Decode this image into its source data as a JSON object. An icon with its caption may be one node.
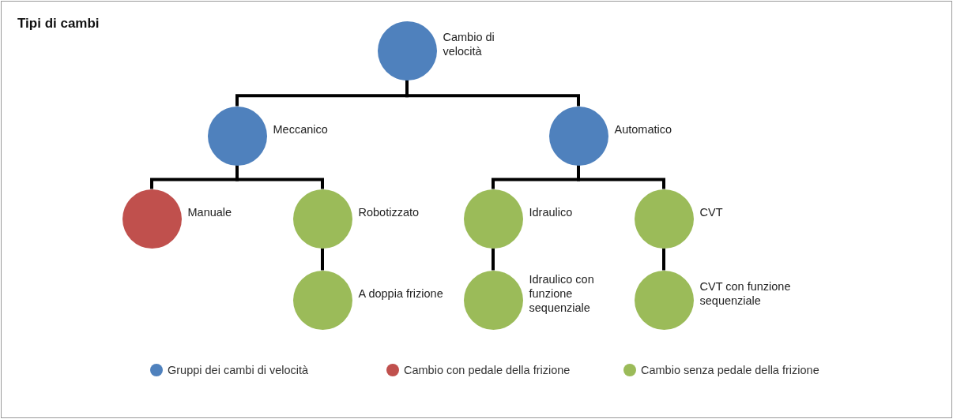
{
  "diagram": {
    "title": "Tipi di cambi",
    "nodes": [
      {
        "text": [
          "Cambio di velocità"
        ]
      },
      {
        "text": [
          "Meccanico"
        ]
      },
      {
        "text": [
          "Automatico"
        ]
      },
      {
        "text": [
          "Manuale"
        ]
      },
      {
        "text": [
          "Robotizzato"
        ]
      },
      {
        "text": [
          "Idraulico"
        ]
      },
      {
        "text": [
          "CVT"
        ]
      },
      {
        "text": [
          "A doppia frizione"
        ]
      },
      {
        "text": [
          "Idraulico con funzione sequenziale"
        ]
      },
      {
        "text": [
          "CVT con funzione sequenziale"
        ]
      }
    ],
    "edges": [
      {
        "from": 0,
        "to": 1,
        "arrow": "none"
      },
      {
        "from": 0,
        "to": 2,
        "arrow": "none"
      },
      {
        "from": 1,
        "to": 3,
        "arrow": "none"
      },
      {
        "from": 1,
        "to": 4,
        "arrow": "none"
      },
      {
        "from": 2,
        "to": 5,
        "arrow": "none"
      },
      {
        "from": 2,
        "to": 6,
        "arrow": "none"
      },
      {
        "from": 4,
        "to": 7,
        "arrow": "none"
      },
      {
        "from": 5,
        "to": 8,
        "arrow": "none"
      },
      {
        "from": 6,
        "to": 9,
        "arrow": "none"
      }
    ],
    "legend": [
      {
        "text": "Gruppi dei cambi di velocità",
        "color": "#4f81bd"
      },
      {
        "text": "Cambio con pedale della frizione",
        "color": "#c0504d"
      },
      {
        "text": "Cambio senza pedale della frizione",
        "color": "#9bbb59"
      }
    ]
  }
}
